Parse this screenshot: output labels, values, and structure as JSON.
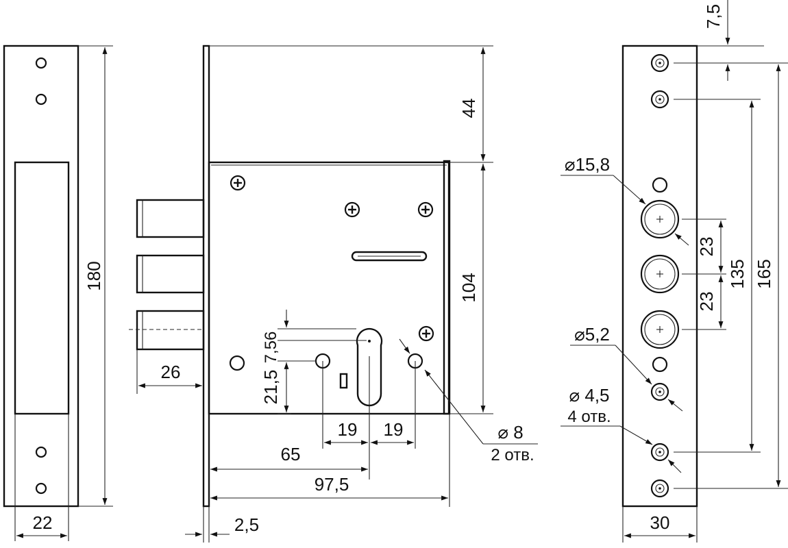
{
  "drawing": {
    "left_view": {
      "height_label": "180",
      "width_label": "22"
    },
    "front_view": {
      "top_offset_label": "44",
      "case_height_label": "104",
      "bolt_projection_label": "26",
      "faceplate_thickness_label": "2,5",
      "backset_label": "65",
      "case_width_label": "97,5",
      "left_hole_spacing_label": "19",
      "right_hole_spacing_label": "19",
      "cylinder_offset_label": "7,56",
      "cylinder_lower_label": "21,5",
      "hole_diameter_label": "⌀ 8",
      "hole_count_label": "2 отв."
    },
    "right_view": {
      "top_margin_label": "7,5",
      "bolt_diameter_label": "⌀15,8",
      "bolt_spacing_upper_label": "23",
      "bolt_spacing_lower_label": "23",
      "overall_bolt_label": "135",
      "screw_spacing_label": "165",
      "small_hole_label": "⌀5,2",
      "screw_hole_label": "⌀ 4,5",
      "screw_hole_count_label": "4 отв.",
      "width_label": "30"
    }
  }
}
